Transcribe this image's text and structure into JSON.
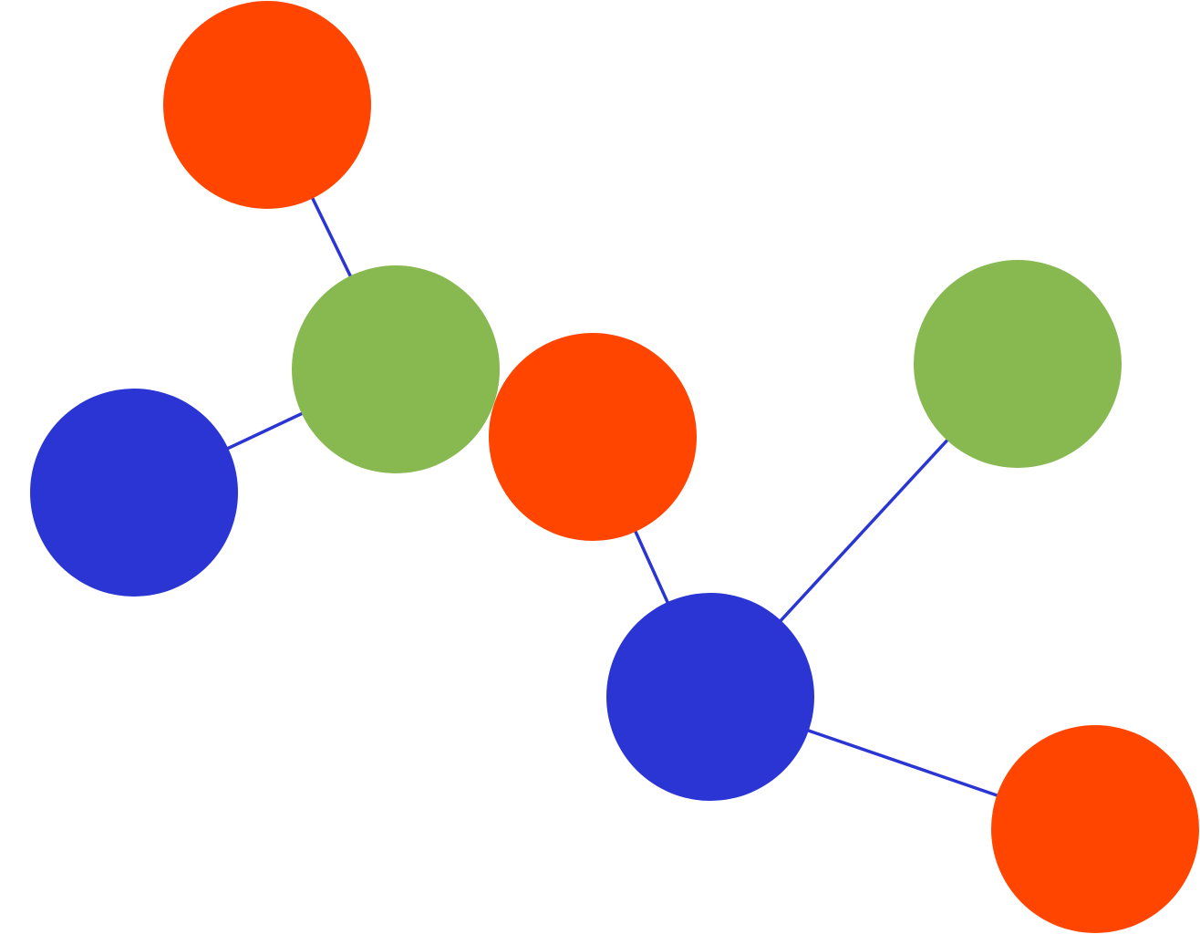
{
  "diagram": {
    "type": "network-graph",
    "node_color_keys": [
      "orange-red",
      "green",
      "blue"
    ],
    "colors": {
      "orange-red": "#ff4500",
      "green": "#88b951",
      "blue": "#2a35d4",
      "edge": "#2a35d4",
      "background": "#ffffff"
    },
    "nodes": [
      {
        "id": "n1",
        "color": "orange-red"
      },
      {
        "id": "n2",
        "color": "green"
      },
      {
        "id": "n3",
        "color": "blue"
      },
      {
        "id": "n4",
        "color": "orange-red"
      },
      {
        "id": "n5",
        "color": "green"
      },
      {
        "id": "n6",
        "color": "blue"
      },
      {
        "id": "n7",
        "color": "orange-red"
      }
    ],
    "edges": [
      {
        "from": "n1",
        "to": "n2"
      },
      {
        "from": "n3",
        "to": "n2"
      },
      {
        "from": "n4",
        "to": "n6"
      },
      {
        "from": "n5",
        "to": "n6"
      },
      {
        "from": "n6",
        "to": "n7"
      }
    ]
  }
}
